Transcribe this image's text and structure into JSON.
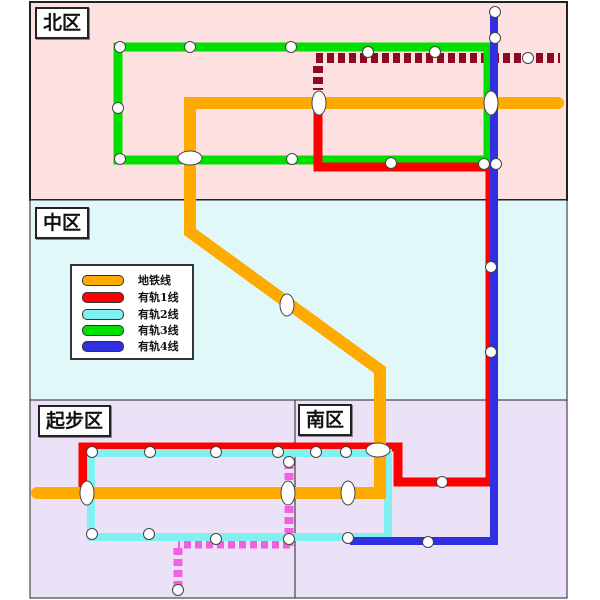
{
  "zones": {
    "north": "北区",
    "central": "中区",
    "start": "起步区",
    "south": "南区"
  },
  "legend": [
    {
      "label": "地铁线",
      "color": "#ffaa00"
    },
    {
      "label": "有轨1线",
      "color": "#ff0000"
    },
    {
      "label": "有轨2线",
      "color": "#80f0f0"
    },
    {
      "label": "有轨3线",
      "color": "#00e000"
    },
    {
      "label": "有轨4线",
      "color": "#3030e0"
    }
  ],
  "colors": {
    "north_bg": "#fde0e0",
    "central_bg": "#e0f8f8",
    "south_bg": "#ece2f8",
    "planned_dark": "#8b0a22",
    "planned_pink": "#f060e0"
  }
}
